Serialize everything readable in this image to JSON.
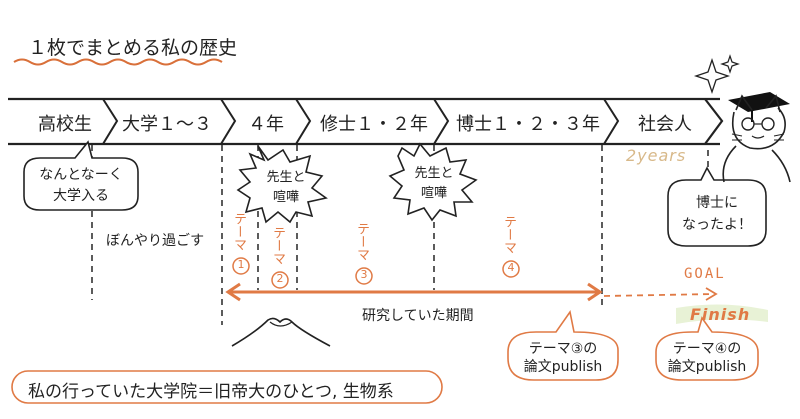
{
  "title": "１枚でまとめる私の歴史",
  "timeline": [
    {
      "label": "高校生"
    },
    {
      "label": "大学１〜３"
    },
    {
      "label": "４年"
    },
    {
      "label": "修士１・２年"
    },
    {
      "label": "博士１・２・３年"
    },
    {
      "label": "社会人"
    }
  ],
  "two_years": "2years",
  "bubbles": {
    "nantonaku_line1": "なんとなーく",
    "nantonaku_line2": "大学入る",
    "burst1_line1": "先生と",
    "burst1_line2": "喧嘩",
    "burst2_line1": "先生と",
    "burst2_line2": "喧嘩",
    "hakase_line1": "博士に",
    "hakase_line2": "なったよ！"
  },
  "bonyari": "ぼんやり過ごす",
  "themes": [
    {
      "label": "テーマ",
      "num": "1"
    },
    {
      "label": "テーマ",
      "num": "2"
    },
    {
      "label": "テーマ",
      "num": "3"
    },
    {
      "label": "テーマ",
      "num": "4"
    }
  ],
  "research_period": "研究していた期間",
  "goal": "GOAL",
  "finish": "Finish",
  "publish3_line1": "テーマ③の",
  "publish3_line2": "論文publish",
  "publish4_line1": "テーマ④の",
  "publish4_line2": "論文publish",
  "footer": "私の行っていた大学院＝旧帝大のひとつ, 生物系",
  "colors": {
    "accent": "#e07a45",
    "title_underline": "#d9703a",
    "two_years": "#d8b98a",
    "finish_green": "#e8f2d6",
    "ink": "#222222"
  }
}
